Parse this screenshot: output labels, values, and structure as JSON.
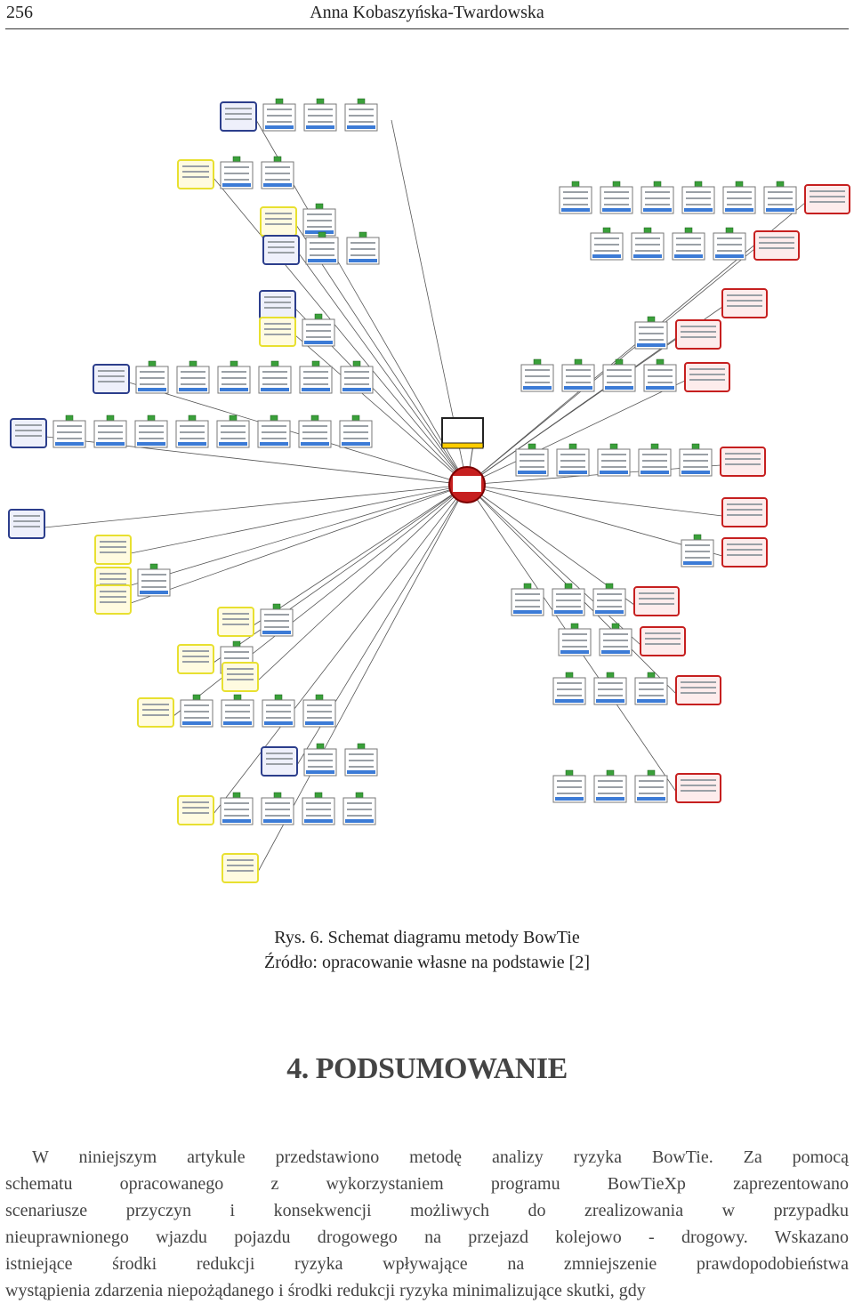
{
  "header": {
    "page_number": "256",
    "running_head": "Anna Kobaszyńska-Twardowska"
  },
  "figure": {
    "caption_line1": "Rys. 6. Schemat diagramu metody BowTie",
    "caption_line2": "Źródło: opracowanie własne na podstawie [2]",
    "colors": {
      "threat": "#2c3e8c",
      "barrier": "#ffffff",
      "hazard": "#d8c400",
      "consequence": "#c61f1f",
      "escalation": "#e8e030",
      "line": "#555555"
    }
  },
  "section": {
    "title": "4. PODSUMOWANIE"
  },
  "paragraph": {
    "lines": [
      "W niniejszym artykule przedstawiono metodę analizy ryzyka BowTie. Za pomocą",
      "schematu opracowanego z wykorzystaniem programu BowTieXp zaprezentowano",
      "scenariusze przyczyn i konsekwencji możliwych do zrealizowania w przypadku",
      "nieuprawnionego wjazdu pojazdu drogowego na przejazd kolejowo - drogowy. Wskazano",
      "istniejące środki redukcji ryzyka wpływające na zmniejszenie prawdopodobieństwa",
      "wystąpienia zdarzenia niepożądanego i środki redukcji ryzyka minimalizujące skutki, gdy"
    ]
  }
}
